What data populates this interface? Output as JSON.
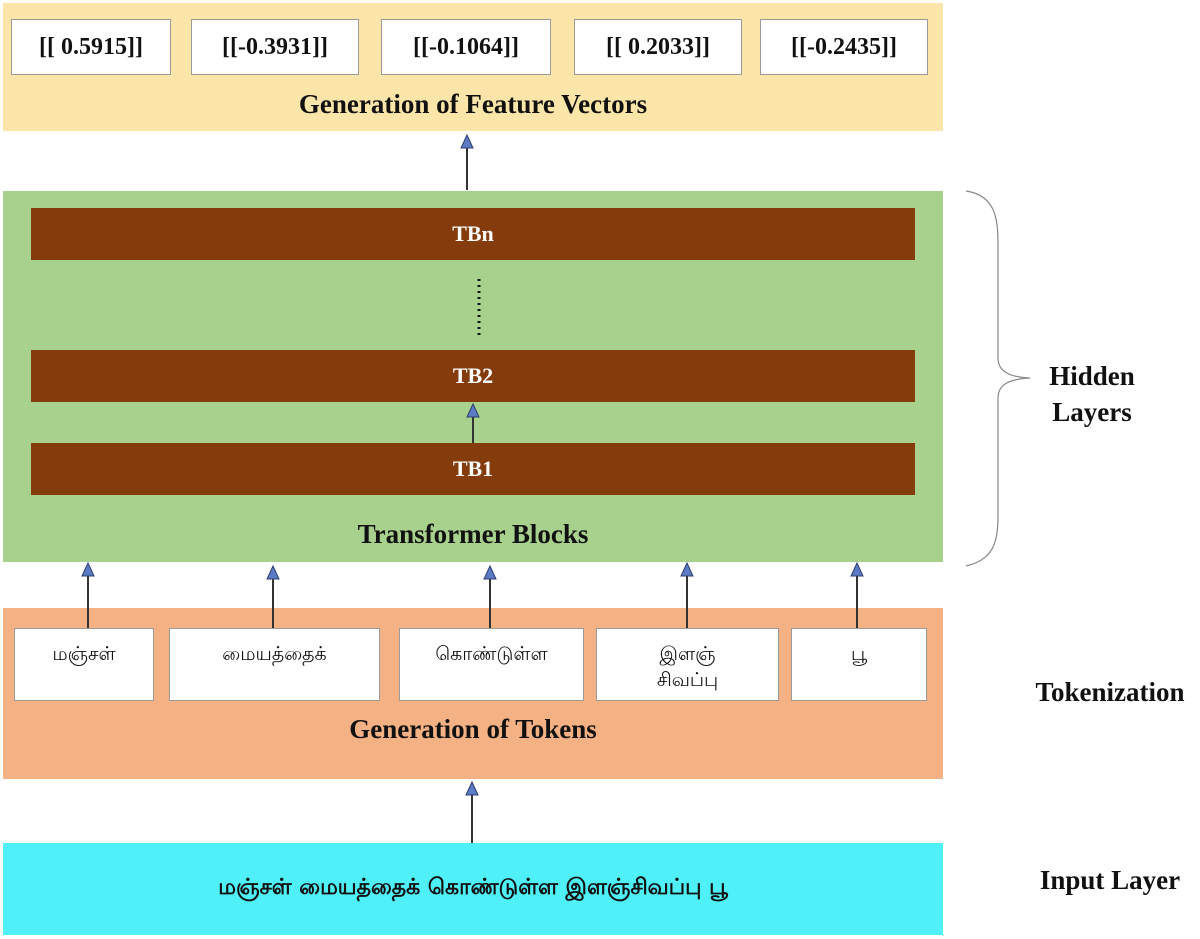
{
  "feature_panel": {
    "title": "Generation of  Feature Vectors",
    "vectors": [
      "[[ 0.5915]]",
      "[[-0.3931]]",
      "[[-0.1064]]",
      "[[ 0.2033]]",
      "[[-0.2435]]"
    ]
  },
  "transformer_panel": {
    "title": "Transformer Blocks",
    "blocks": {
      "top": "TBn",
      "middle": "TB2",
      "bottom": "TB1"
    }
  },
  "token_panel": {
    "title": "Generation of Tokens",
    "tokens": [
      "மஞ்சள்",
      "மையத்தைக்",
      "கொண்டுள்ள",
      "இளஞ் சிவப்பு",
      "பூ"
    ]
  },
  "input_panel": {
    "text": "மஞ்சள் மையத்தைக் கொண்டுள்ள இளஞ்சிவப்பு பூ"
  },
  "side_labels": {
    "hidden": "Hidden Layers",
    "tokenization": "Tokenization",
    "input": "Input Layer"
  },
  "colors": {
    "feature_bg": "#fce5a8",
    "transformer_bg": "#a9d18e",
    "block_fill": "#843c0c",
    "token_bg": "#f4b183",
    "input_bg": "#4ff0f8",
    "arrow_head": "#5b7bc4"
  }
}
